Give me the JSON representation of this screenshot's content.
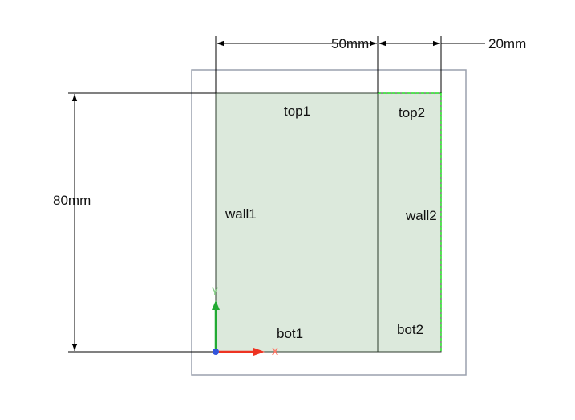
{
  "dimensions": {
    "width_1": "50mm",
    "width_2": "20mm",
    "height": "80mm"
  },
  "regions": {
    "top1": "top1",
    "top2": "top2",
    "wall1": "wall1",
    "wall2": "wall2",
    "bot1": "bot1",
    "bot2": "bot2"
  },
  "axes": {
    "x": "X",
    "y": "Y"
  },
  "colors": {
    "face_fill": "#dce9dc",
    "edge": "#2c3a2c",
    "highlight_edge": "#22dd22",
    "frame": "#9aa0ad",
    "dimension": "#000000",
    "x_axis": "#ee3322",
    "y_axis": "#22aa33",
    "origin": "#3355dd"
  }
}
